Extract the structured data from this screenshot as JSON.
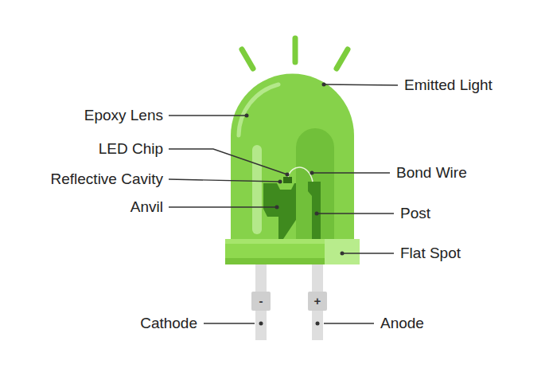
{
  "diagram": {
    "labels": [
      "Emitted Light",
      "Epoxy Lens",
      "LED Chip",
      "Reflective Cavity",
      "Bond Wire",
      "Anvil",
      "Post",
      "Flat Spot",
      "-",
      "+",
      "Cathode",
      "Anode"
    ]
  }
}
